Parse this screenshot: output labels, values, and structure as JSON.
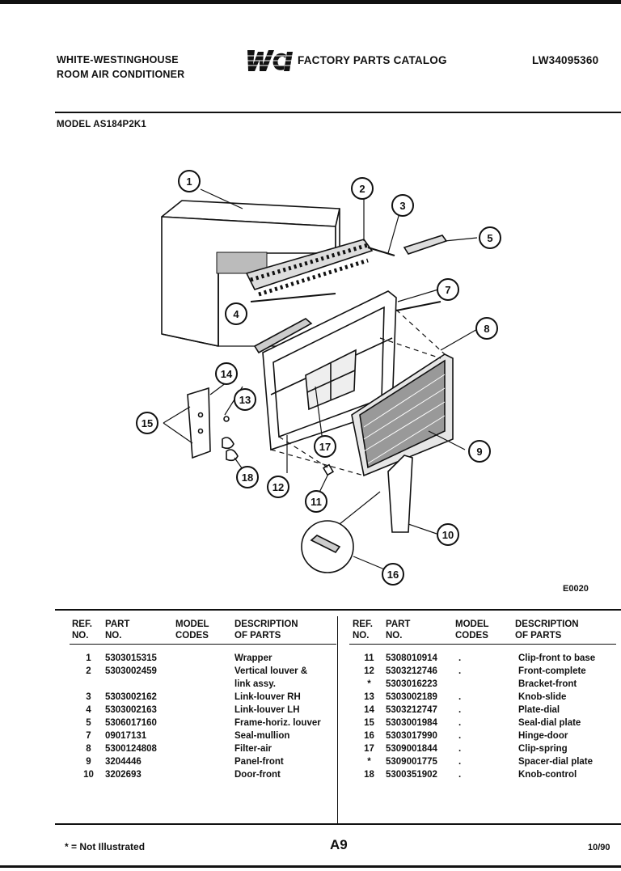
{
  "header": {
    "brand_line1": "WHITE-WESTINGHOUSE",
    "brand_line2": "ROOM AIR CONDITIONER",
    "logo_text": "WCI",
    "catalog_title": "FACTORY PARTS CATALOG",
    "catalog_number": "LW34095360",
    "model_line": "MODEL AS184P2K1"
  },
  "diagram": {
    "code": "E0020",
    "callouts": [
      "1",
      "2",
      "3",
      "4",
      "5",
      "7",
      "8",
      "9",
      "10",
      "11",
      "12",
      "13",
      "14",
      "15",
      "16",
      "17",
      "18"
    ]
  },
  "table": {
    "headers": {
      "ref_line1": "REF.",
      "ref_line2": "NO.",
      "part_line1": "PART",
      "part_line2": "NO.",
      "model_line1": "MODEL",
      "model_line2": "CODES",
      "desc_line1": "DESCRIPTION",
      "desc_line2": "OF PARTS"
    },
    "left_rows": [
      {
        "ref": "1",
        "part": "5303015315",
        "codes": "",
        "desc": "Wrapper"
      },
      {
        "ref": "2",
        "part": "5303002459",
        "codes": "",
        "desc": "Vertical louver &"
      },
      {
        "ref": "",
        "part": "",
        "codes": "",
        "desc": "link assy."
      },
      {
        "ref": "3",
        "part": "5303002162",
        "codes": "",
        "desc": "Link-louver RH"
      },
      {
        "ref": "4",
        "part": "5303002163",
        "codes": "",
        "desc": "Link-louver LH"
      },
      {
        "ref": "5",
        "part": "5306017160",
        "codes": "",
        "desc": "Frame-horiz. louver"
      },
      {
        "ref": "7",
        "part": "09017131",
        "codes": "",
        "desc": "Seal-mullion"
      },
      {
        "ref": "8",
        "part": "5300124808",
        "codes": "",
        "desc": "Filter-air"
      },
      {
        "ref": "9",
        "part": "3204446",
        "codes": "",
        "desc": "Panel-front"
      },
      {
        "ref": "10",
        "part": "3202693",
        "codes": "",
        "desc": "Door-front"
      }
    ],
    "right_rows": [
      {
        "ref": "11",
        "part": "5308010914",
        "codes": ".",
        "desc": "Clip-front to base"
      },
      {
        "ref": "12",
        "part": "5303212746",
        "codes": ".",
        "desc": "Front-complete"
      },
      {
        "ref": "*",
        "part": "5303016223",
        "codes": "",
        "desc": "Bracket-front"
      },
      {
        "ref": "13",
        "part": "5303002189",
        "codes": ".",
        "desc": "Knob-slide"
      },
      {
        "ref": "14",
        "part": "5303212747",
        "codes": ".",
        "desc": "Plate-dial"
      },
      {
        "ref": "15",
        "part": "5303001984",
        "codes": ".",
        "desc": "Seal-dial plate"
      },
      {
        "ref": "16",
        "part": "5303017990",
        "codes": ".",
        "desc": "Hinge-door"
      },
      {
        "ref": "17",
        "part": "5309001844",
        "codes": ".",
        "desc": "Clip-spring"
      },
      {
        "ref": "*",
        "part": "5309001775",
        "codes": ".",
        "desc": "Spacer-dial plate"
      },
      {
        "ref": "18",
        "part": "5300351902",
        "codes": ".",
        "desc": "Knob-control"
      }
    ]
  },
  "footer": {
    "note": "* = Not Illustrated",
    "page": "A9",
    "date": "10/90"
  }
}
